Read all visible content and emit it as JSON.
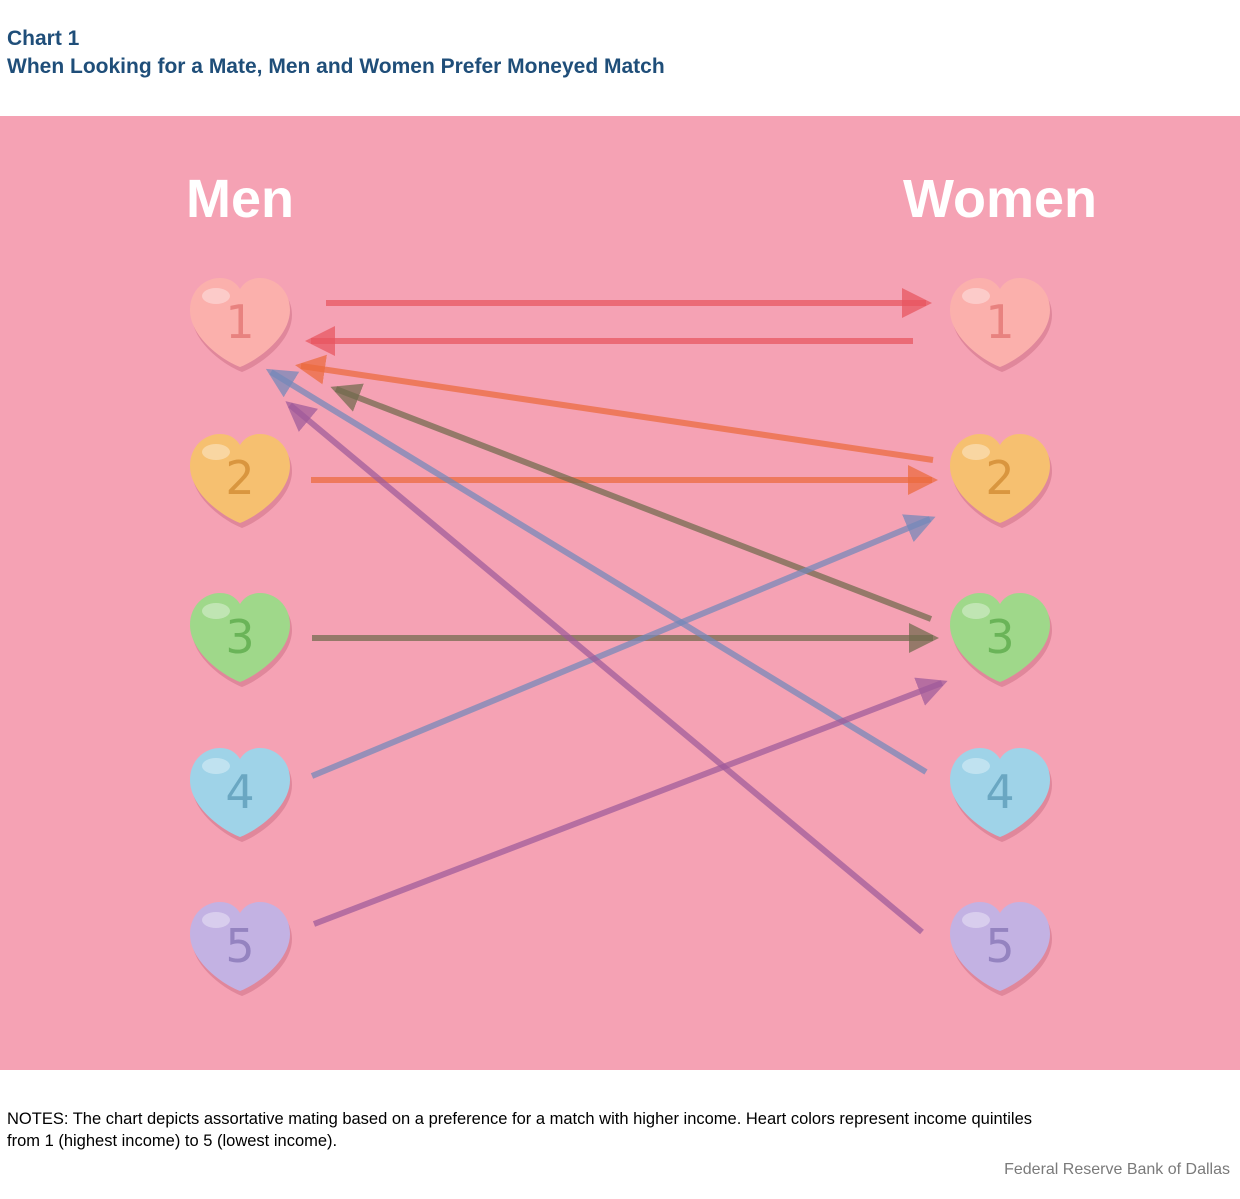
{
  "header": {
    "chart_label": "Chart 1",
    "title": "When Looking for a Mate, Men and Women Prefer Moneyed Match"
  },
  "diagram": {
    "left_heading": "Men",
    "right_heading": "Women",
    "background_color": "#f5a2b4",
    "hearts": [
      {
        "label": "1",
        "fill": "#fbb0ac",
        "text_color": "#e8827f"
      },
      {
        "label": "2",
        "fill": "#f6c070",
        "text_color": "#d9963f"
      },
      {
        "label": "3",
        "fill": "#9fd88a",
        "text_color": "#6ab458"
      },
      {
        "label": "4",
        "fill": "#9fd3e8",
        "text_color": "#6aa7c2"
      },
      {
        "label": "5",
        "fill": "#c3b2e3",
        "text_color": "#9483c0"
      }
    ],
    "arrows": [
      {
        "from": "Men 1",
        "to": "Women 1",
        "color": "#e8545e"
      },
      {
        "from": "Women 1",
        "to": "Men 1",
        "color": "#e8545e"
      },
      {
        "from": "Men 2",
        "to": "Women 2",
        "color": "#ec6a3c"
      },
      {
        "from": "Women 2",
        "to": "Men 1",
        "color": "#ec6a3c"
      },
      {
        "from": "Men 3",
        "to": "Women 3",
        "color": "#706a4c"
      },
      {
        "from": "Women 3",
        "to": "Men 1",
        "color": "#706a4c"
      },
      {
        "from": "Men 4",
        "to": "Women 2",
        "color": "#7388ba"
      },
      {
        "from": "Women 4",
        "to": "Men 1",
        "color": "#7388ba"
      },
      {
        "from": "Men 5",
        "to": "Women 3",
        "color": "#9e5a9a"
      },
      {
        "from": "Women 5",
        "to": "Men 1",
        "color": "#9e5a9a"
      }
    ]
  },
  "notes": "NOTES: The chart depicts assortative mating based on a preference for a match with higher income. Heart colors represent income quintiles from 1 (highest income) to 5 (lowest income).",
  "source": "Federal Reserve Bank of Dallas"
}
